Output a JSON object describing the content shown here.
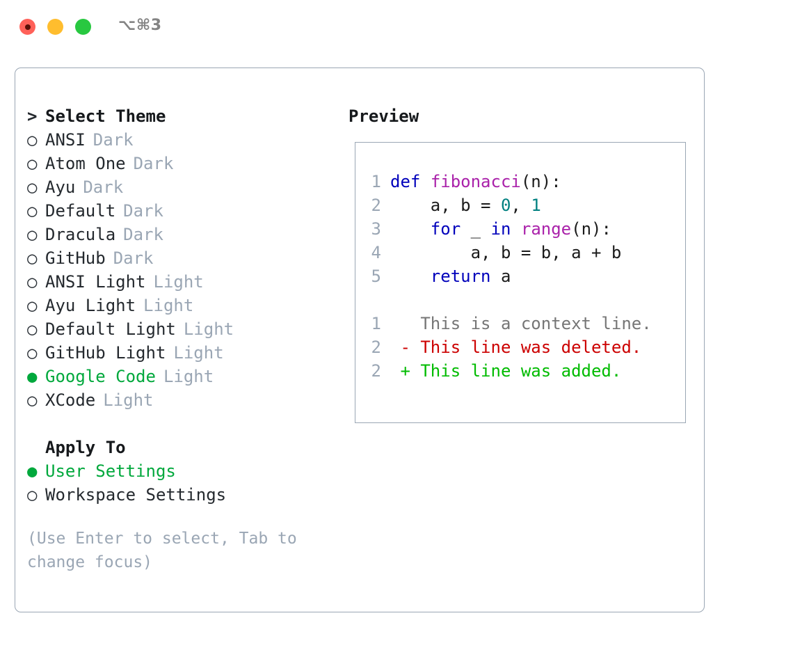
{
  "window": {
    "shortcut_label": "⌥⌘3",
    "traffic_lights": [
      {
        "name": "close",
        "color": "#ff6159"
      },
      {
        "name": "minimize",
        "color": "#ffbd2e"
      },
      {
        "name": "maximize",
        "color": "#28c840"
      }
    ]
  },
  "colors": {
    "accent_green": "#00a83c",
    "muted": "#9aa6b4",
    "text": "#24292e",
    "border": "#9aa6b4",
    "diff_add": "#00bb00",
    "diff_del": "#cc0000",
    "diff_ctx": "#767676",
    "code_keyword": "#0000bb",
    "code_function": "#aa22aa",
    "code_number": "#008080"
  },
  "theme_list": {
    "heading": {
      "marker": ">",
      "label": "Select Theme"
    },
    "items": [
      {
        "marker": "○",
        "label": "ANSI",
        "tag": "Dark",
        "selected": false
      },
      {
        "marker": "○",
        "label": "Atom One",
        "tag": "Dark",
        "selected": false
      },
      {
        "marker": "○",
        "label": "Ayu",
        "tag": "Dark",
        "selected": false
      },
      {
        "marker": "○",
        "label": "Default",
        "tag": "Dark",
        "selected": false
      },
      {
        "marker": "○",
        "label": "Dracula",
        "tag": "Dark",
        "selected": false
      },
      {
        "marker": "○",
        "label": "GitHub",
        "tag": "Dark",
        "selected": false
      },
      {
        "marker": "○",
        "label": "ANSI Light",
        "tag": "Light",
        "selected": false
      },
      {
        "marker": "○",
        "label": "Ayu Light",
        "tag": "Light",
        "selected": false
      },
      {
        "marker": "○",
        "label": "Default Light",
        "tag": "Light",
        "selected": false
      },
      {
        "marker": "○",
        "label": "GitHub Light",
        "tag": "Light",
        "selected": false
      },
      {
        "marker": "●",
        "label": "Google Code",
        "tag": "Light",
        "selected": true
      },
      {
        "marker": "○",
        "label": "XCode",
        "tag": "Light",
        "selected": false
      }
    ]
  },
  "apply_to": {
    "heading": {
      "marker": "",
      "label": "Apply To"
    },
    "items": [
      {
        "marker": "●",
        "label": "User Settings",
        "selected": true
      },
      {
        "marker": "○",
        "label": "Workspace Settings",
        "selected": false
      }
    ]
  },
  "hint": {
    "text": "(Use Enter to select, Tab to change focus)"
  },
  "preview": {
    "title": "Preview",
    "code_lines": [
      {
        "number": "1",
        "tokens": [
          {
            "t": "def",
            "c": "kw"
          },
          {
            "t": " ",
            "c": "plain"
          },
          {
            "t": "fibonacci",
            "c": "fn"
          },
          {
            "t": "(n):",
            "c": "punct"
          }
        ]
      },
      {
        "number": "2",
        "tokens": [
          {
            "t": "    a, b = ",
            "c": "plain"
          },
          {
            "t": "0",
            "c": "num"
          },
          {
            "t": ", ",
            "c": "plain"
          },
          {
            "t": "1",
            "c": "num"
          }
        ]
      },
      {
        "number": "3",
        "tokens": [
          {
            "t": "    ",
            "c": "plain"
          },
          {
            "t": "for",
            "c": "kw"
          },
          {
            "t": " _ ",
            "c": "plain"
          },
          {
            "t": "in",
            "c": "kw"
          },
          {
            "t": " ",
            "c": "plain"
          },
          {
            "t": "range",
            "c": "fn"
          },
          {
            "t": "(n):",
            "c": "punct"
          }
        ]
      },
      {
        "number": "4",
        "tokens": [
          {
            "t": "        a, b = b, a + b",
            "c": "plain"
          }
        ]
      },
      {
        "number": "5",
        "tokens": [
          {
            "t": "    ",
            "c": "plain"
          },
          {
            "t": "return",
            "c": "kw"
          },
          {
            "t": " a",
            "c": "plain"
          }
        ]
      }
    ],
    "diff_lines": [
      {
        "number": "1",
        "sign": " ",
        "text": "This is a context line.",
        "kind": "ctx"
      },
      {
        "number": "2",
        "sign": "-",
        "text": "This line was deleted.",
        "kind": "del"
      },
      {
        "number": "2",
        "sign": "+",
        "text": "This line was added.",
        "kind": "add"
      }
    ]
  }
}
